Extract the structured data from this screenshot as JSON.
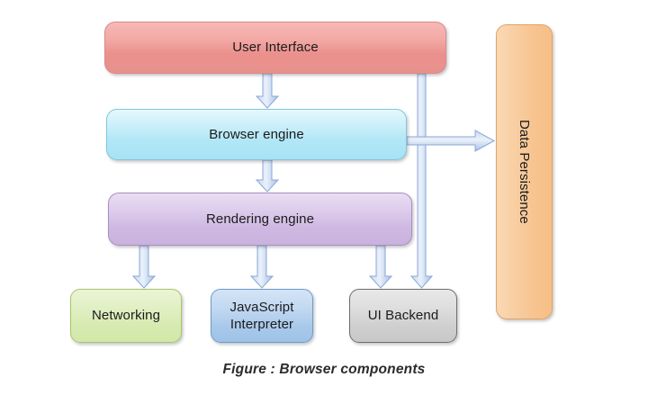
{
  "figure": {
    "caption": "Figure : Browser components",
    "background_color": "#ffffff"
  },
  "nodes": [
    {
      "id": "user-interface",
      "label": "User  Interface",
      "fill": "#f0a29e",
      "border": "#d98a8a"
    },
    {
      "id": "browser-engine",
      "label": "Browser engine",
      "fill": "#b6e8f6",
      "border": "#7fc8dd"
    },
    {
      "id": "rendering-engine",
      "label": "Rendering engine",
      "fill": "#d4c0e6",
      "border": "#a98fc4"
    },
    {
      "id": "networking",
      "label": "Networking",
      "fill": "#dcefb4",
      "border": "#a8c46b"
    },
    {
      "id": "javascript",
      "label": "JavaScript\nInterpreter",
      "line1": "JavaScript",
      "line2": "Interpreter",
      "fill": "#b4cdec",
      "border": "#6d9cc9"
    },
    {
      "id": "ui-backend",
      "label": "UI Backend",
      "fill": "#d5d5d5",
      "border": "#6e6e6e"
    },
    {
      "id": "data-persistence",
      "label": "Data Persistence",
      "fill": "#f8c895",
      "border": "#e0a468",
      "orientation": "vertical"
    }
  ],
  "connectors": [
    {
      "id": "ui-to-browser",
      "from": "user-interface",
      "to": "browser-engine",
      "direction": "down",
      "color": "#aec4e8"
    },
    {
      "id": "browser-to-rendering",
      "from": "browser-engine",
      "to": "rendering-engine",
      "direction": "down",
      "color": "#aec4e8"
    },
    {
      "id": "browser-to-persistence",
      "from": "browser-engine",
      "to": "data-persistence",
      "direction": "right",
      "color": "#aec4e8"
    },
    {
      "id": "rendering-to-networking",
      "from": "rendering-engine",
      "to": "networking",
      "direction": "down",
      "color": "#aec4e8"
    },
    {
      "id": "rendering-to-javascript",
      "from": "rendering-engine",
      "to": "javascript",
      "direction": "down",
      "color": "#aec4e8"
    },
    {
      "id": "rendering-to-backend",
      "from": "rendering-engine",
      "to": "ui-backend",
      "direction": "down",
      "color": "#aec4e8"
    },
    {
      "id": "ui-to-backend",
      "from": "user-interface",
      "to": "ui-backend",
      "direction": "down",
      "color": "#aec4e8"
    }
  ]
}
